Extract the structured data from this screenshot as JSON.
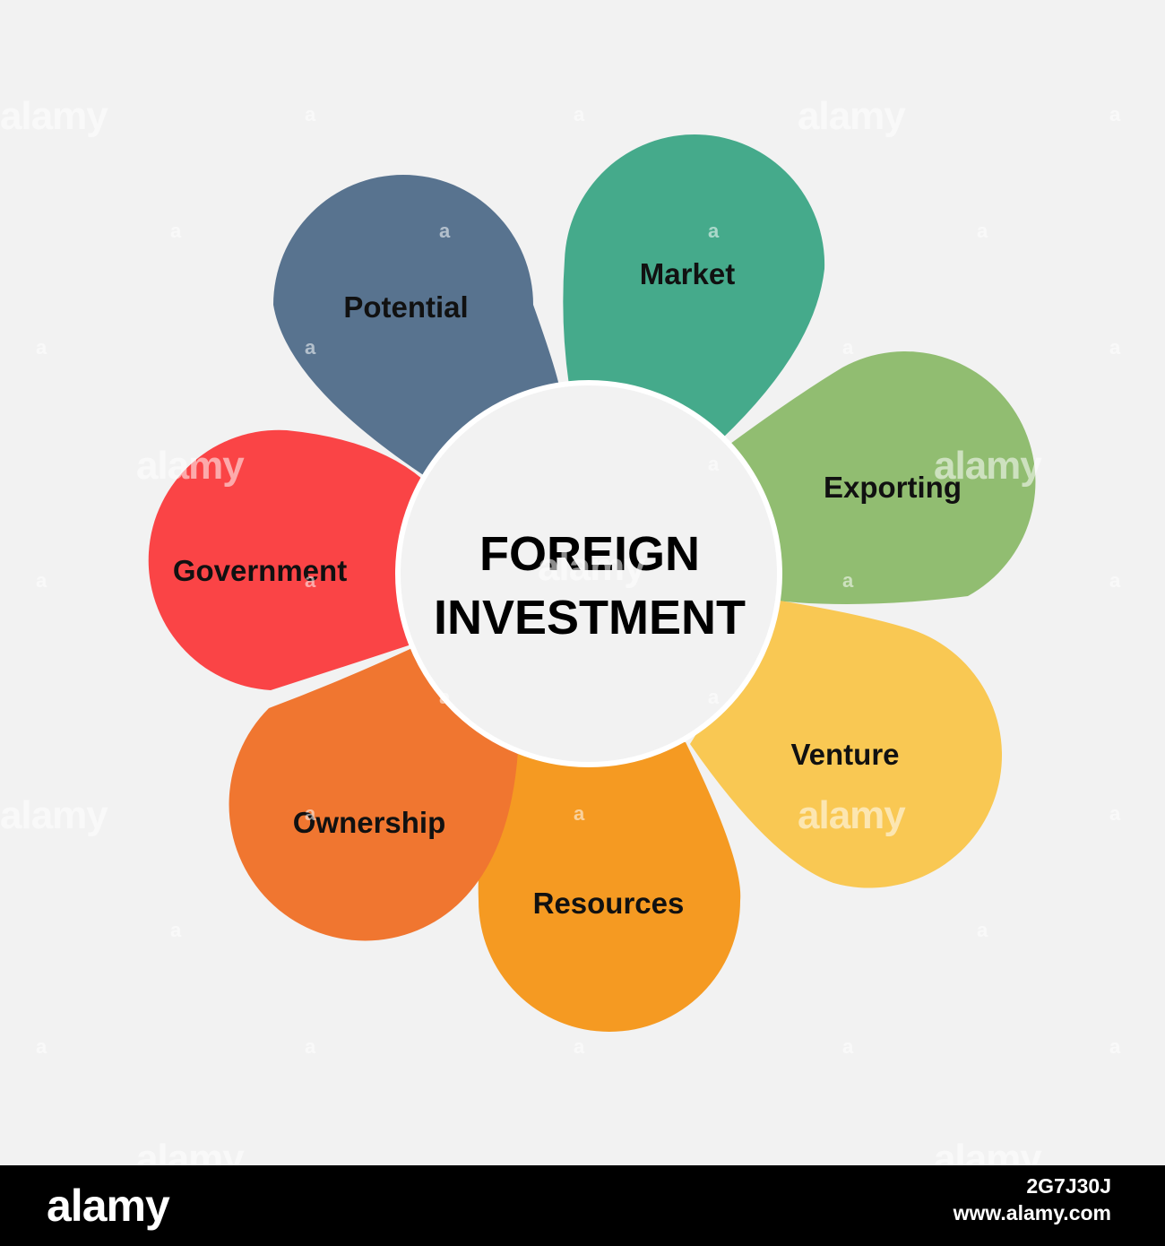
{
  "diagram": {
    "center": {
      "line1": "FOREIGN",
      "line2": "INVESTMENT",
      "fill": "#f2f2f2",
      "stroke": "#ffffff"
    },
    "petals": [
      {
        "label": "Potential",
        "color": "#58738f"
      },
      {
        "label": "Market",
        "color": "#45aa8b"
      },
      {
        "label": "Exporting",
        "color": "#91bd71"
      },
      {
        "label": "Venture",
        "color": "#f9c853"
      },
      {
        "label": "Resources",
        "color": "#f59a22"
      },
      {
        "label": "Ownership",
        "color": "#f07630"
      },
      {
        "label": "Government",
        "color": "#fa4446"
      }
    ]
  },
  "watermark": {
    "text": "alamy",
    "small": "a"
  },
  "footer": {
    "logo": "alamy",
    "image_id": "2G7J30J",
    "site": "www.alamy.com"
  }
}
